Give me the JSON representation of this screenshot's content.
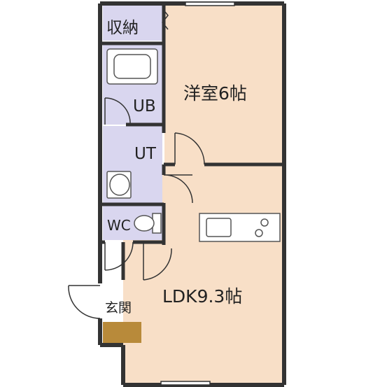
{
  "rooms": {
    "storage": "収納",
    "unit_bath": "UB",
    "utility": "UT",
    "toilet": "WC",
    "entrance": "玄関",
    "western_room": "洋室6帖",
    "ldk": "LDK9.3帖"
  },
  "colors": {
    "wall": "#333333",
    "living_floor": "#f8dfc7",
    "wet_area": "#d9d6ef",
    "entrance_floor": "#ffffff",
    "shoe_box": "#b88a3a",
    "fixture_line": "#555555"
  }
}
